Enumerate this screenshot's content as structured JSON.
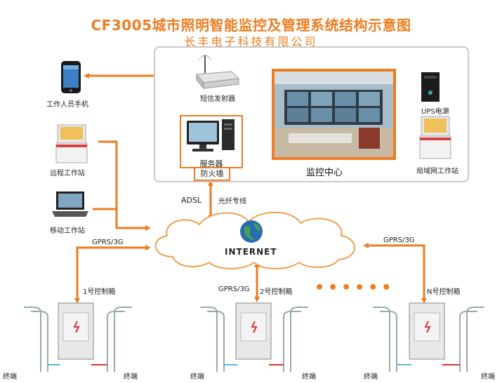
{
  "title": "CF3005城市照明智能监控及管理系统结构示意图",
  "subtitle": "长丰电子科技有限公司",
  "colors": {
    "accent": "#ee7d22",
    "panel_border": "#c9c9c9",
    "cloud_border": "#f0a050",
    "link_blue": "#5fb6d8"
  },
  "nodes": {
    "phone": "工作人员手机",
    "sms": "短信发射器",
    "server": "服务器",
    "firewall": "防火墙",
    "ups": "UPS电源",
    "lan_station": "局域网工作站",
    "remote_station": "远程工作站",
    "mobile_station": "移动工作站",
    "control_center": "监控中心",
    "internet": "INTERNET"
  },
  "links": {
    "adsl": "ADSL",
    "fiber": "光纤专线",
    "gprs_left": "GPRS/3G",
    "gprs_mid": "GPRS/3G",
    "gprs_right": "GPRS/3G"
  },
  "boxes": {
    "box1": "1号控制箱",
    "box2": "2号控制箱",
    "boxN": "N号控制箱"
  },
  "terminal": "终端",
  "icons": [
    "phone-icon",
    "antenna-icon",
    "server-icon",
    "ups-icon",
    "workstation-icon",
    "laptop-icon",
    "globe-icon",
    "streetlight-icon",
    "cabinet-icon"
  ]
}
